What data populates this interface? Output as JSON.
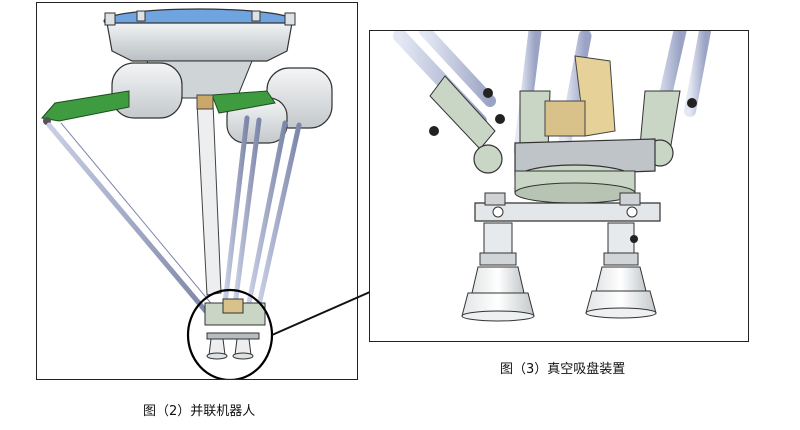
{
  "figures": [
    {
      "caption": "图（2）并联机器人",
      "drawing": "delta-parallel-robot"
    },
    {
      "caption": "图（3）真空吸盘装置",
      "drawing": "vacuum-suction-cup-assembly"
    }
  ],
  "colors": {
    "frame_border": "#222222",
    "robot_body": "#d9dde0",
    "robot_top_plate": "#6fa4e0",
    "green_arm": "#3f9b3f",
    "arm_rod": "#9aa3c4",
    "pale_green_joint": "#c9d6c6",
    "highlight_circle": "#000000"
  }
}
